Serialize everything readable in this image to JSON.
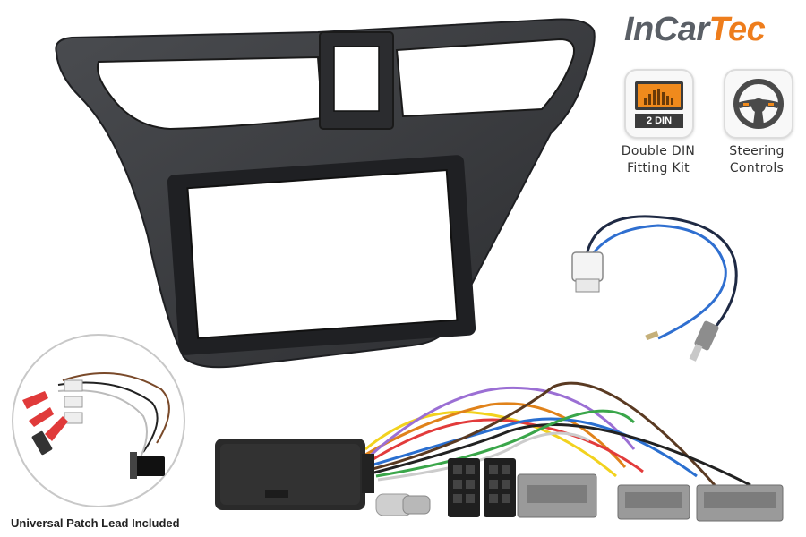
{
  "brand": {
    "name_part1": "InCar",
    "name_part2": "Tec",
    "color_primary": "#5a5f66",
    "color_accent": "#ee7d1c"
  },
  "badges": [
    {
      "icon": "double-din-radio-icon",
      "icon_text": "2 DIN",
      "label_line1": "Double DIN",
      "label_line2": "Fitting Kit"
    },
    {
      "icon": "steering-wheel-icon",
      "label_line1": "Steering",
      "label_line2": "Controls"
    }
  ],
  "caption": "Universal Patch Lead Included",
  "images": [
    "double-din-fascia-panel",
    "antenna-adapter-cable",
    "universal-patch-lead",
    "steering-control-interface-harness"
  ]
}
